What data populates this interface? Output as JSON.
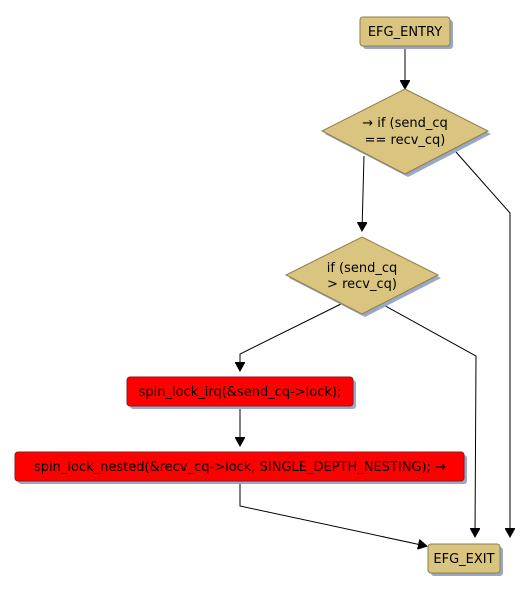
{
  "nodes": {
    "entry": {
      "label": "EFG_ENTRY"
    },
    "decision_equal": {
      "line1": "→ if (send_cq",
      "line2": "== recv_cq)"
    },
    "decision_greater": {
      "line1": "if (send_cq",
      "line2": "> recv_cq)"
    },
    "lock_send": {
      "label": "spin_lock_irq(&send_cq->lock);"
    },
    "lock_recv": {
      "label": "spin_lock_nested(&recv_cq->lock, SINGLE_DEPTH_NESTING); →"
    },
    "exit": {
      "label": "EFG_EXIT"
    }
  },
  "colors": {
    "terminal_fill": "#d9c57f",
    "terminal_stroke": "#8e7d47",
    "decision_fill": "#d9c57f",
    "decision_stroke": "#8e7d47",
    "statement_fill": "#ff0000",
    "statement_stroke": "#8e1b1b",
    "shadow": "#9ba7c6",
    "edge": "#000000"
  }
}
